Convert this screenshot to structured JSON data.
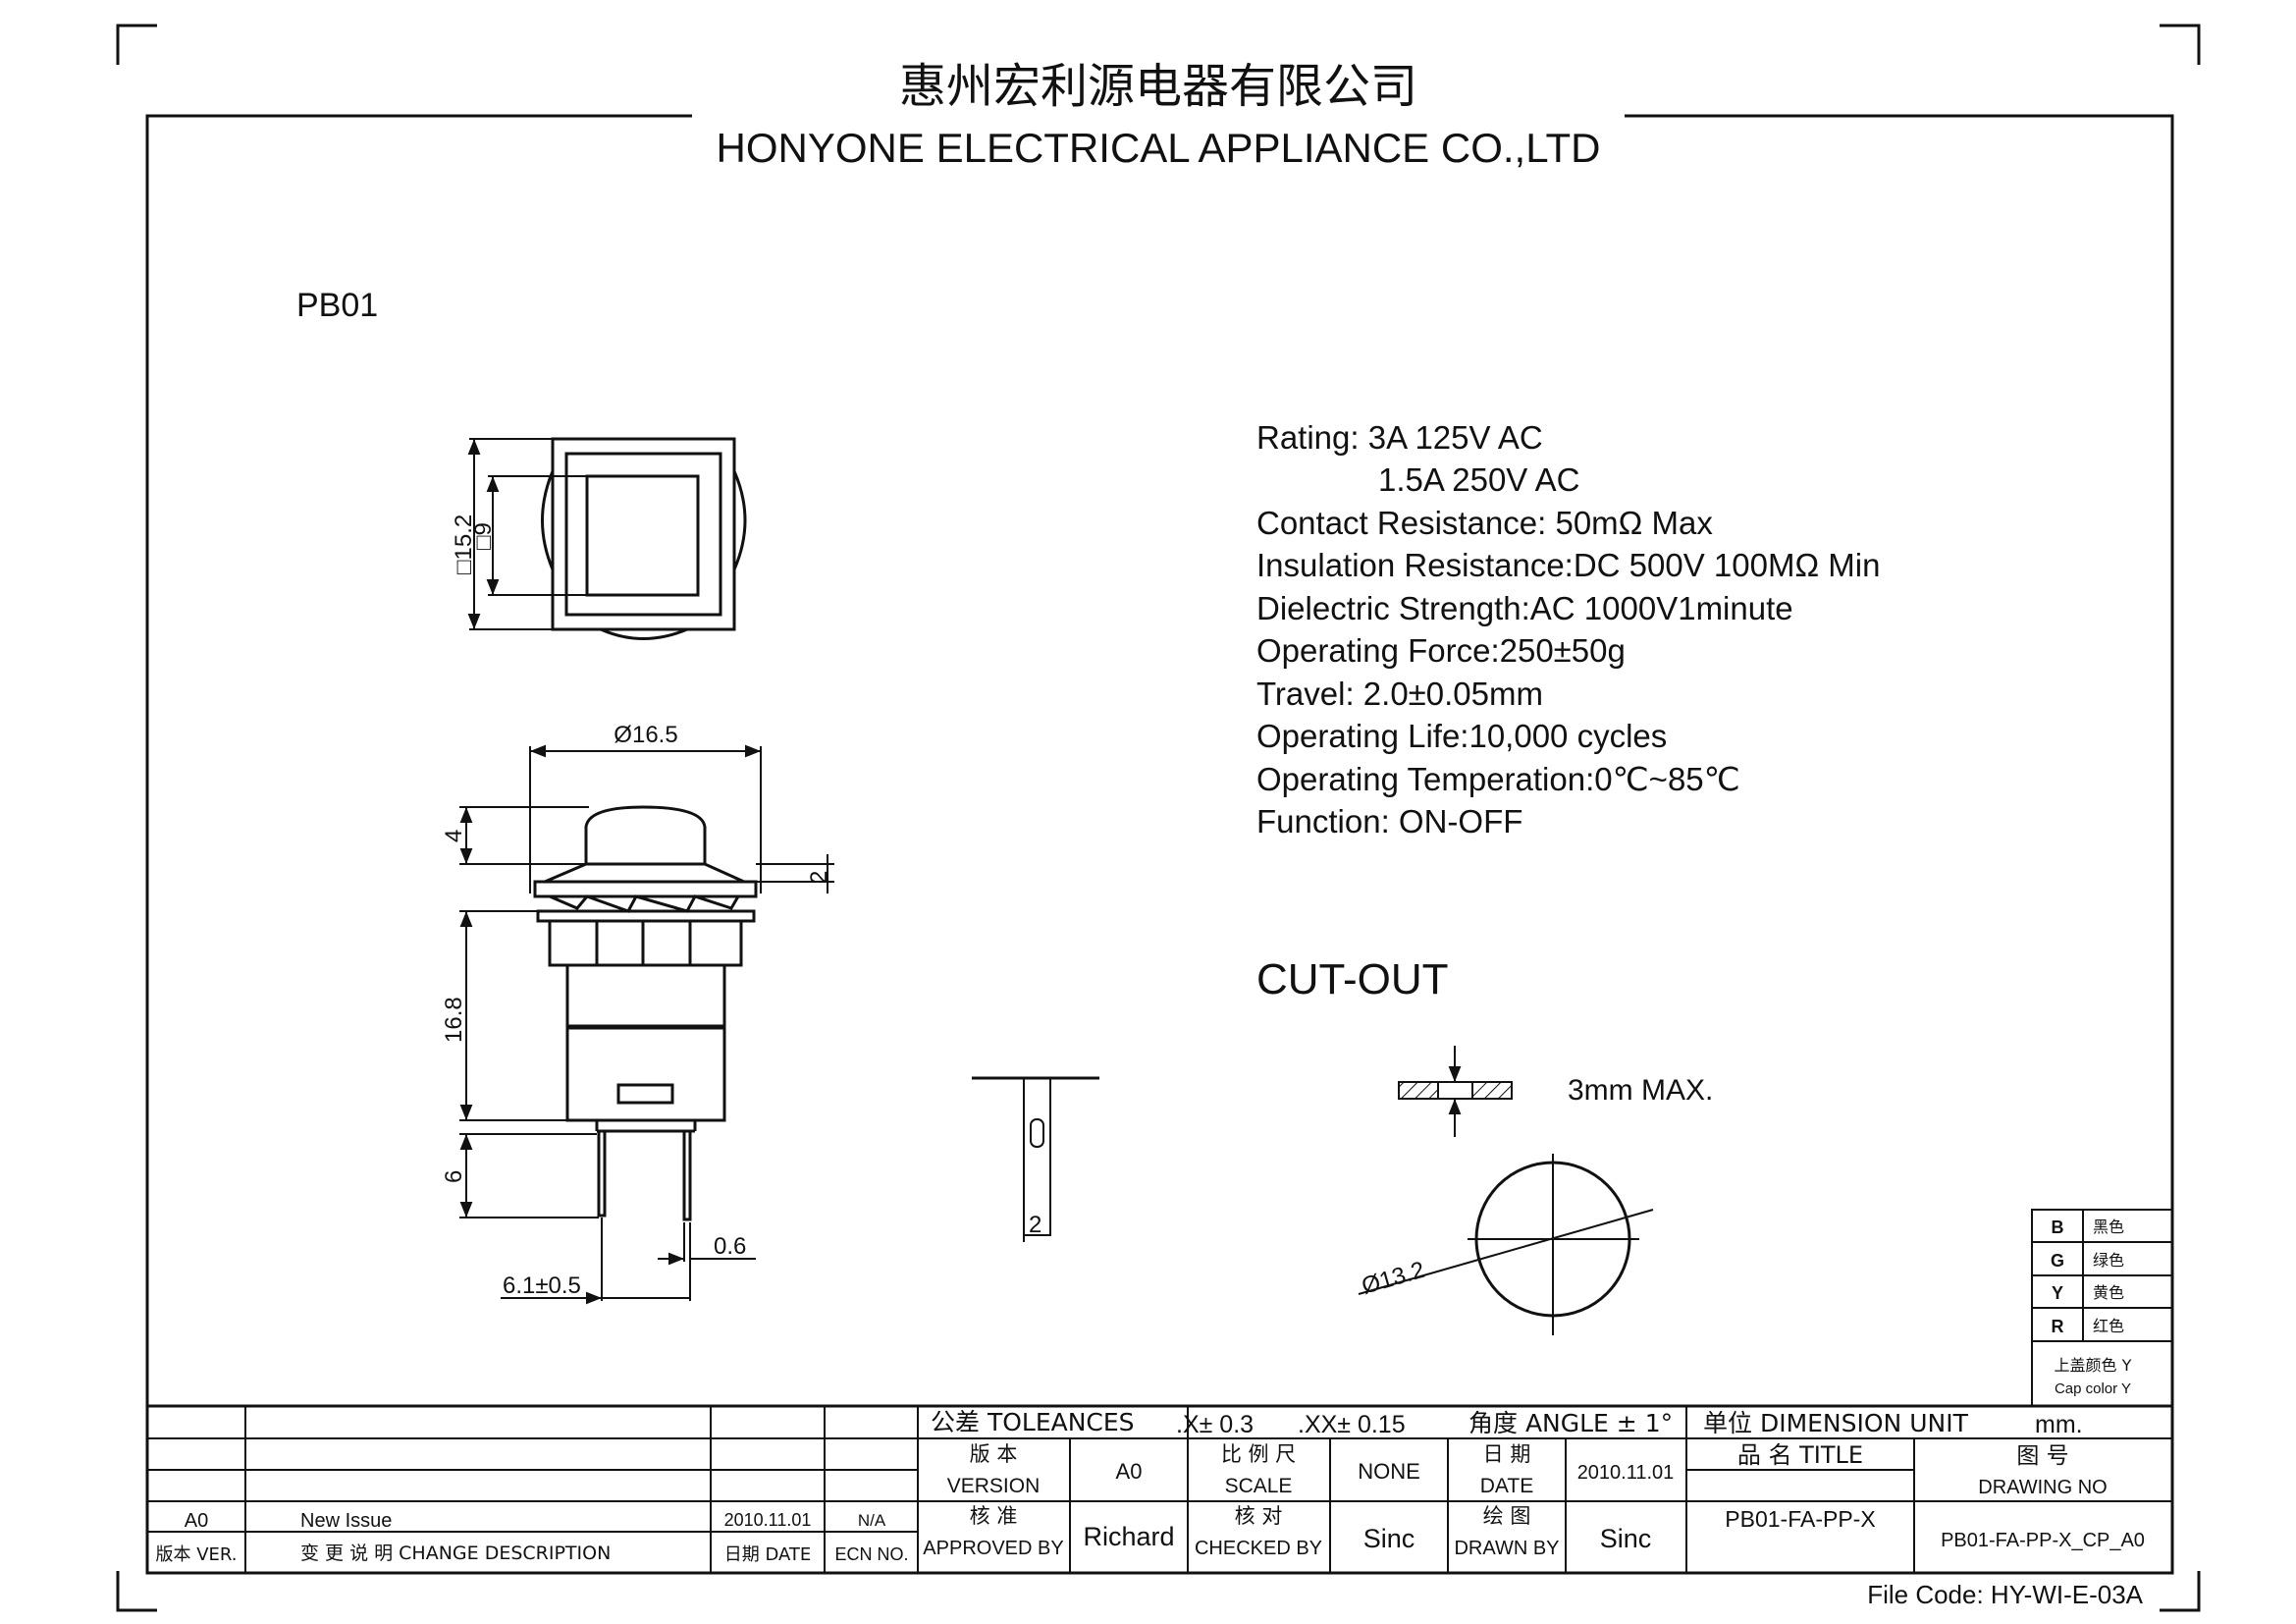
{
  "header": {
    "company_cn": "惠州宏利源电器有限公司",
    "company_en": "HONYONE  ELECTRICAL  APPLIANCE  CO.,LTD"
  },
  "model": "PB01",
  "specs": [
    "Rating: 3A 125V AC",
    "1.5A 250V AC",
    "Contact Resistance: 50mΩ Max",
    "Insulation Resistance:DC 500V 100MΩ  Min",
    "Dielectric Strength:AC 1000V1minute",
    "Operating Force:250±50g",
    "Travel: 2.0±0.05mm",
    "Operating Life:10,000 cycles",
    "Operating Temperation:0℃~85℃",
    "Function:  ON-OFF"
  ],
  "cutout": {
    "title": "CUT-OUT",
    "thickness": "3mm MAX.",
    "hole": "Ø13.2"
  },
  "dimensions": {
    "sq_outer": "□15.2",
    "sq_inner": "□9",
    "dia": "Ø16.5",
    "cap_h": "4",
    "flange_h": "2",
    "body_h": "16.8",
    "pin_h": "6",
    "pin_w": "0.6",
    "pin_pitch": "6.1±0.5",
    "pin_side_w": "2"
  },
  "colors": [
    {
      "code": "B",
      "name": "黑色"
    },
    {
      "code": "G",
      "name": "绿色"
    },
    {
      "code": "Y",
      "name": "黄色"
    },
    {
      "code": "R",
      "name": "红色"
    }
  ],
  "cap_color": {
    "label_cn": "上盖颜色",
    "value": "Y",
    "label_en": "Cap color Y"
  },
  "title_block": {
    "tolerances_label": "公差 TOLEANCES",
    "tol_x": ".X± 0.3",
    "tol_xx": ".XX± 0.15",
    "angle": "角度 ANGLE ± 1°",
    "unit_label": "单位   DIMENSION UNIT",
    "unit": "mm.",
    "version_cn": "版 本",
    "version_en": "VERSION",
    "version_val": "A0",
    "scale_cn": "比 例 尺",
    "scale_en": "SCALE",
    "scale_val": "NONE",
    "date_cn": "日 期",
    "date_en": "DATE",
    "date_val": "2010.11.01",
    "title_label": "品   名    TITLE",
    "title_val": "PB01-FA-PP-X",
    "drawing_cn": "图   号",
    "drawing_en": "DRAWING NO",
    "drawing_val": "PB01-FA-PP-X_CP_A0",
    "approved_cn": "核 准",
    "approved_en": "APPROVED BY",
    "approved_val": "Richard",
    "checked_cn": "核 对",
    "checked_en": "CHECKED BY",
    "checked_val": "Sinc",
    "drawn_cn": "绘 图",
    "drawn_en": "DRAWN BY",
    "drawn_val": "Sinc",
    "rev_ver": "A0",
    "rev_desc": "New Issue",
    "rev_date": "2010.11.01",
    "rev_ecn": "N/A",
    "h_ver": "版本 VER.",
    "h_desc": "变 更 说 明   CHANGE DESCRIPTION",
    "h_date": "日期 DATE",
    "h_ecn": "ECN NO."
  },
  "file_code": "File Code: HY-WI-E-03A"
}
